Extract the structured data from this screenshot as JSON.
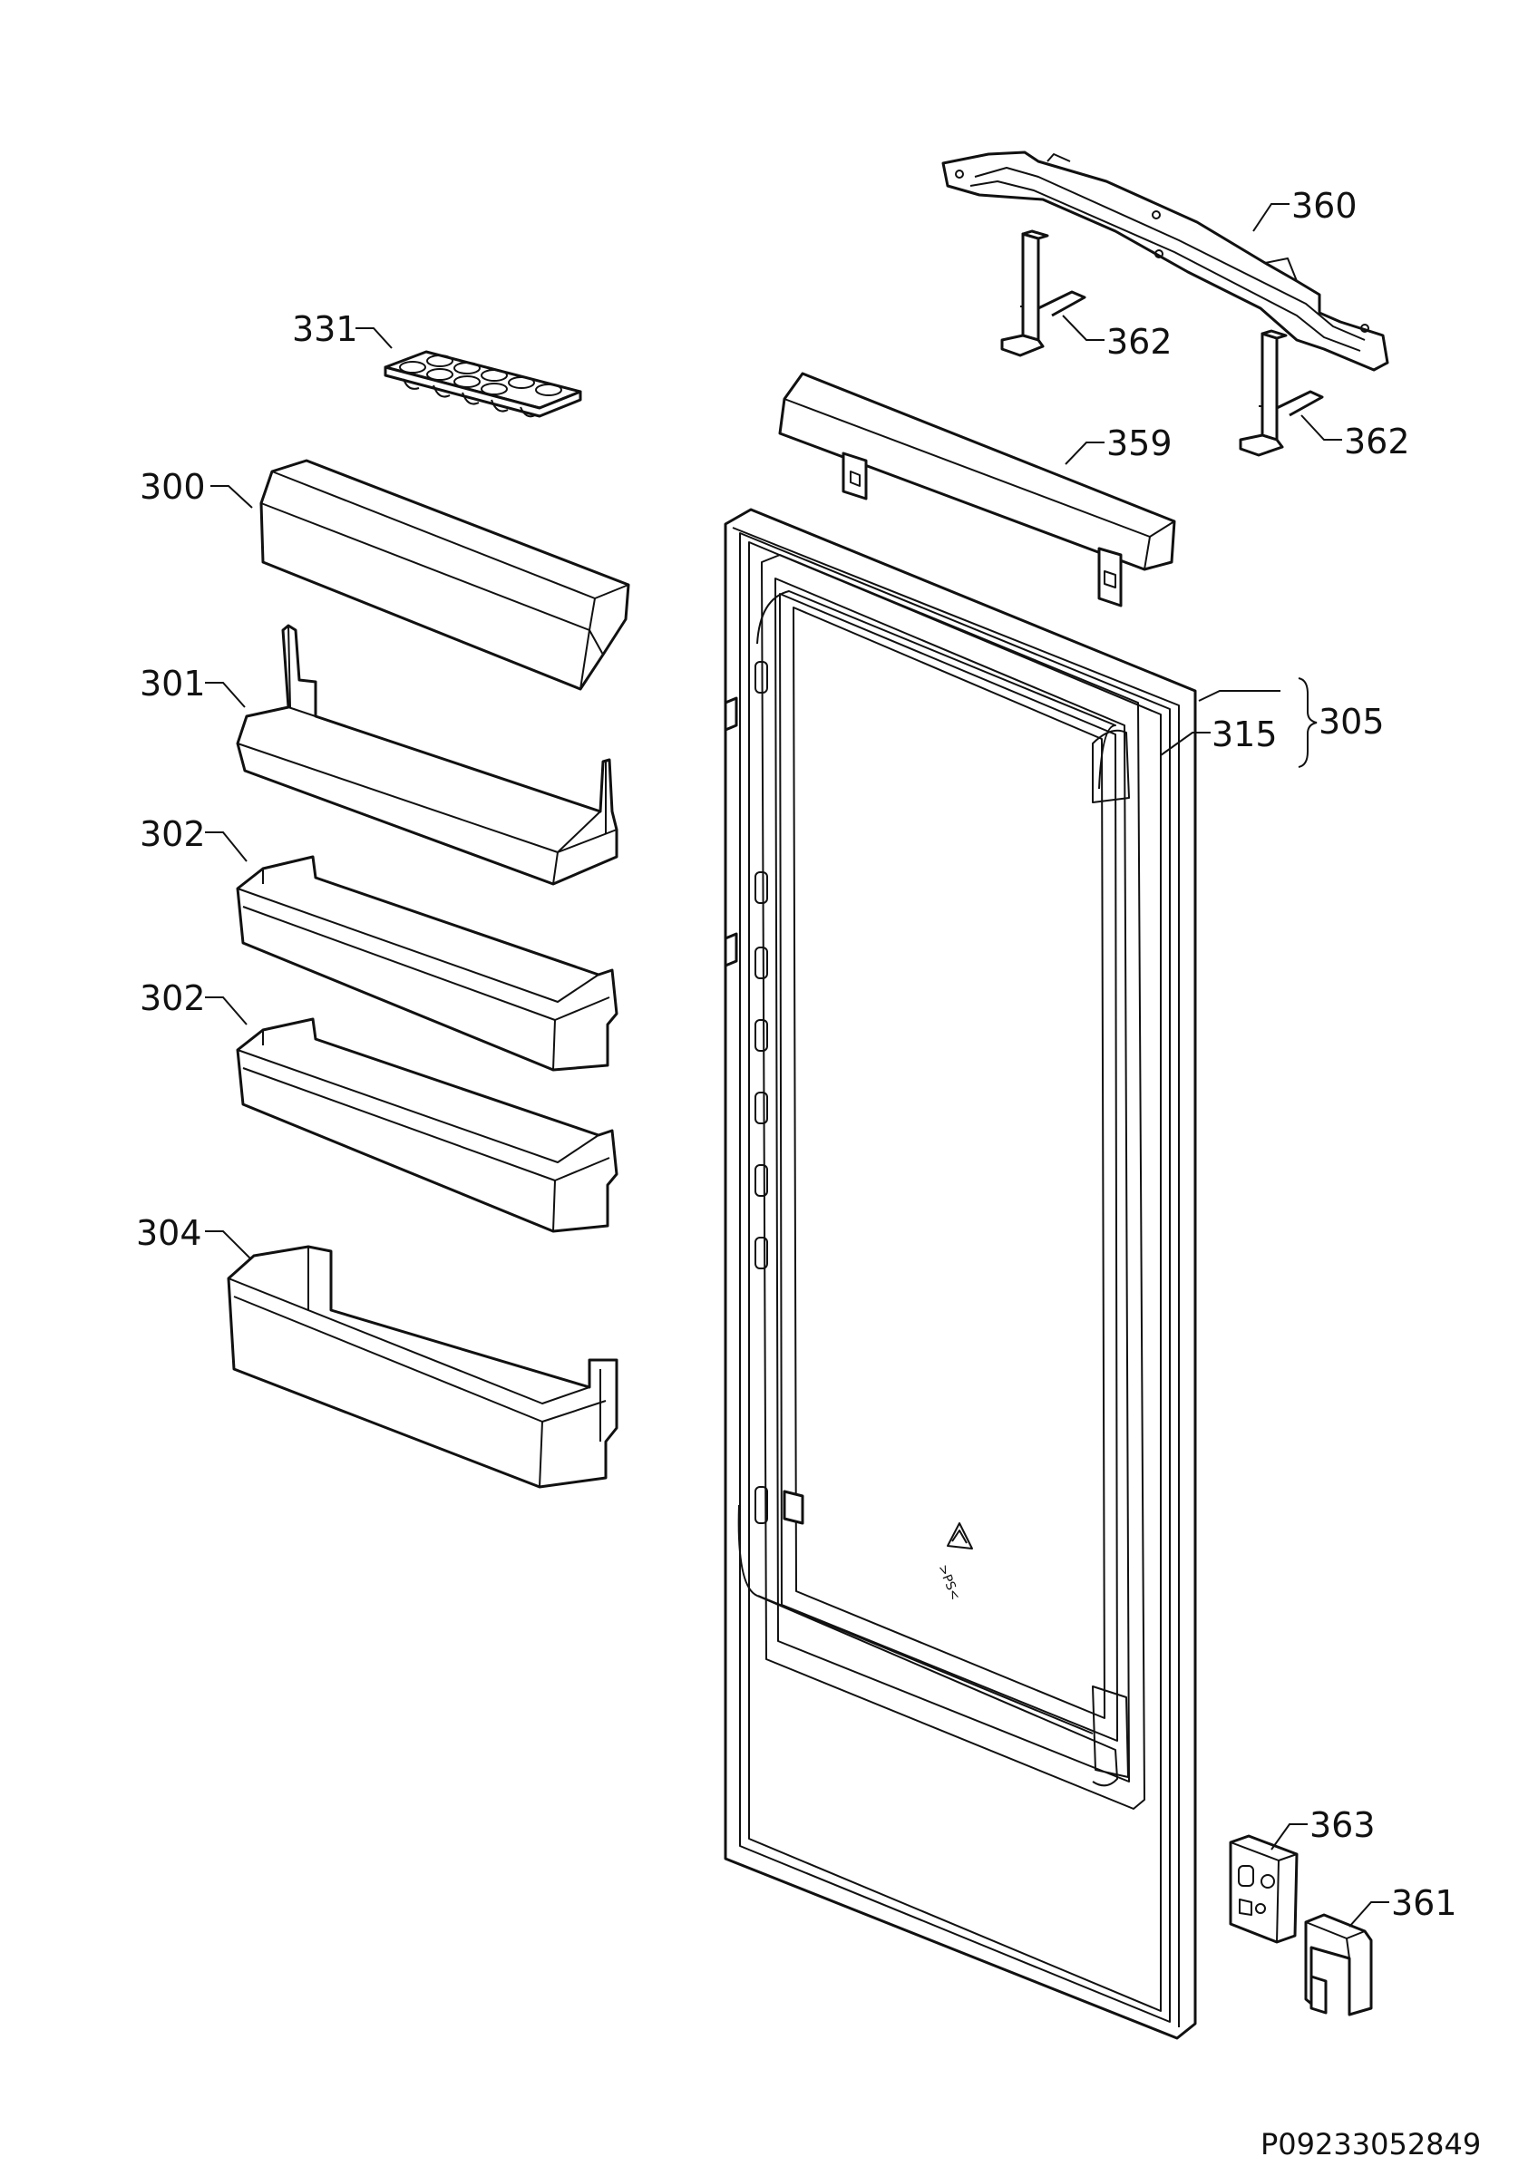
{
  "diagram": {
    "labels": {
      "l331": "331",
      "l300": "300",
      "l301": "301",
      "l302a": "302",
      "l302b": "302",
      "l304": "304",
      "l360": "360",
      "l362a": "362",
      "l362b": "362",
      "l359": "359",
      "l305": "305",
      "l315": "315",
      "l363": "363",
      "l361": "361"
    },
    "code": "P09233052849"
  }
}
